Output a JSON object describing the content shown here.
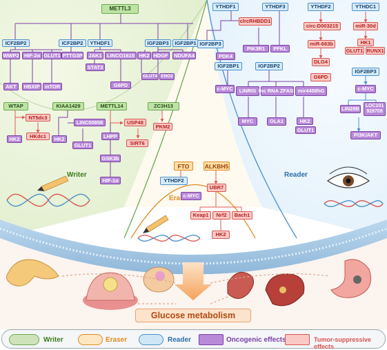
{
  "colors": {
    "writer": "#6aa84f",
    "eraser": "#e08a1e",
    "reader": "#4a90c8",
    "oncogenic": "#7a3fa6",
    "suppressive": "#d9534f"
  },
  "regions": {
    "writer": "Writer",
    "eraser": "Eraser",
    "reader": "Reader"
  },
  "center": "Glucose metabolism",
  "writer": {
    "mettl3": "METTL3",
    "igf2bp2_a": "ICF2BP2",
    "wwp2": "WWP2",
    "hif2a": "HIF-2α",
    "glut1_a": "GLUT1",
    "akt": "AKT",
    "hbxip": "HBXIP",
    "mtor": "mTOR",
    "igf2bp2_b": "ICF2BP2",
    "pttg3p": "PTTG3P",
    "ythdf1": "YTHDF1",
    "jak1": "JAK1",
    "stat3": "STAT3",
    "linc01615": "LINCO1615",
    "g6pd": "G6PD",
    "hk2_a": "HK2",
    "igf2bp3": "IGF2BP3",
    "igf2bp1": "IGF2BP1",
    "hdgf": "HDGF",
    "ndufa4": "NDUFA4",
    "glut4": "GLUT4",
    "eno2": "ENO2",
    "wtap": "WTAP",
    "nt5dc3": "NT5dc3",
    "hk2_b": "HK2",
    "hkdc1": "HKdc1",
    "kiaa1429": "KIAA1429",
    "linc00958": "LINC00958",
    "hk2_c": "HK2",
    "glut1_b": "GLUT1",
    "mettl14": "METTL14",
    "lhpp": "LHPP",
    "usp48": "USP48",
    "gsk3b": "GSK3b",
    "sirt6": "SIRT6",
    "hif1a": "HIF-1α",
    "zc3h13": "ZC3H13",
    "pkm2": "PKM2"
  },
  "eraser": {
    "fto": "FTO",
    "ythdf2": "YTHDF2",
    "cmyc": "c-MYC",
    "alkbh5": "ALKBH5",
    "ubr7": "UBR7",
    "keap1": "Keap1",
    "nrf2": "Nrf2",
    "bach1": "Bach1",
    "hk2": "HK2"
  },
  "reader": {
    "ythdf1": "YTHDF1",
    "igf2bp3_a": "IGF2BP3",
    "circrhbdd1": "clrcRHBDD1",
    "pdk4": "PDK4",
    "pik3r1": "PIK3R1",
    "ythdf3": "YTHDF3",
    "pfkl": "PFKL",
    "ythdf2": "YTHDF2",
    "circd003215": "circ-D003215",
    "mir663b": "miR-663b",
    "dlg4": "DLG4",
    "g6pd": "G6PD",
    "ythdc1": "YTHDC1",
    "mir30d": "miR-30d",
    "hk1": "HK1",
    "glut1_a": "GLUT1",
    "runx1": "RUNX1",
    "igf2bp3_b": "IGF2BP3",
    "cmyc_b": "c-MYC",
    "lin28b": "LIN28B",
    "loc101": "LOC101\n929709",
    "pi3k": "PI3K/AKT",
    "igf2bp1": "IGF2BP1",
    "cmyc_a": "c-MYC",
    "igf2bp2": "IGF2BP2",
    "linris": "LINRIS",
    "lncrna": "lnc RNA ZFAS1",
    "mir4458": "mir4458hG",
    "myc": "MYC",
    "ola1": "OLA1",
    "hk2": "HK2",
    "glut1_b": "GLUT1"
  },
  "legend": {
    "writer": "Writer",
    "eraser": "Eraser",
    "reader": "Reader",
    "oncogenic": "Oncogenic effects",
    "suppressive": "Tumor-suppressive effects"
  }
}
